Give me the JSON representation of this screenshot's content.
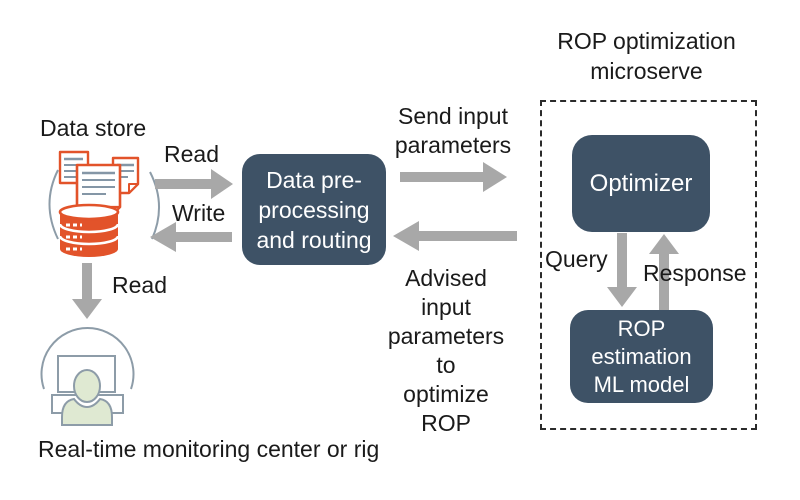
{
  "title": {
    "line1": "ROP optimization",
    "line2": "microserve"
  },
  "nodes": {
    "preprocessing": {
      "line1": "Data pre-",
      "line2": "processing",
      "line3": "and routing"
    },
    "optimizer": {
      "label": "Optimizer"
    },
    "ml_model": {
      "line1": "ROP",
      "line2": "estimation",
      "line3": "ML model"
    }
  },
  "edges": {
    "read_store": "Read",
    "write_store": "Write",
    "send": {
      "line1": "Send input",
      "line2": "parameters"
    },
    "advised": {
      "line1": "Advised input",
      "line2": "parameters to",
      "line3": "optimize ROP"
    },
    "query": "Query",
    "response": "Response",
    "read_monitor": "Read"
  },
  "actors": {
    "data_store": "Data store",
    "monitoring": "Real-time monitoring center or rig"
  },
  "icons": {
    "data_store": "database-documents-icon",
    "monitoring": "person-at-monitor-icon"
  },
  "colors": {
    "node_fill": "#3e5266",
    "node_text": "#ffffff",
    "arrow": "#a8a8a8",
    "db_orange": "#e2532a",
    "doc_line": "#8496a6",
    "outline_gray": "#8d9ca8",
    "person_fill": "#dfe9d2",
    "text": "#1a1a1a",
    "dashed_border": "#2b2b2b",
    "background": "#ffffff"
  }
}
